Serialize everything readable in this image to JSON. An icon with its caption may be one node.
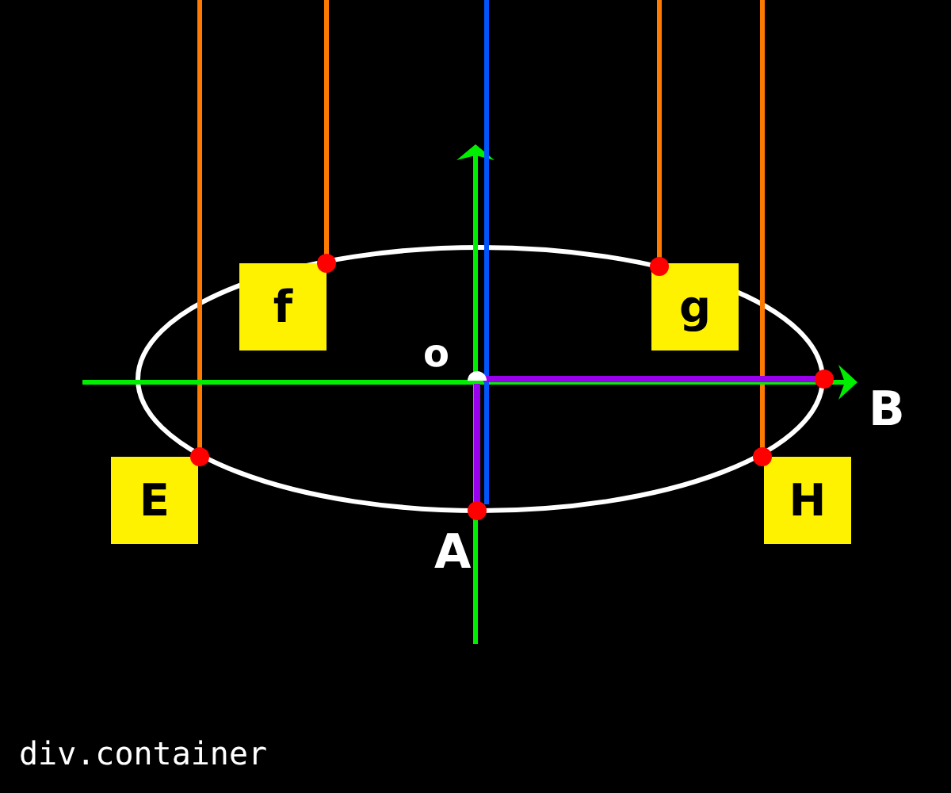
{
  "diagram": {
    "nodes": [
      {
        "text": [
          "f"
        ]
      },
      {
        "text": [
          "g"
        ]
      },
      {
        "text": [
          "E"
        ]
      },
      {
        "text": [
          "H"
        ]
      }
    ],
    "labels": [
      "o",
      "B",
      "A",
      "div.container"
    ]
  }
}
